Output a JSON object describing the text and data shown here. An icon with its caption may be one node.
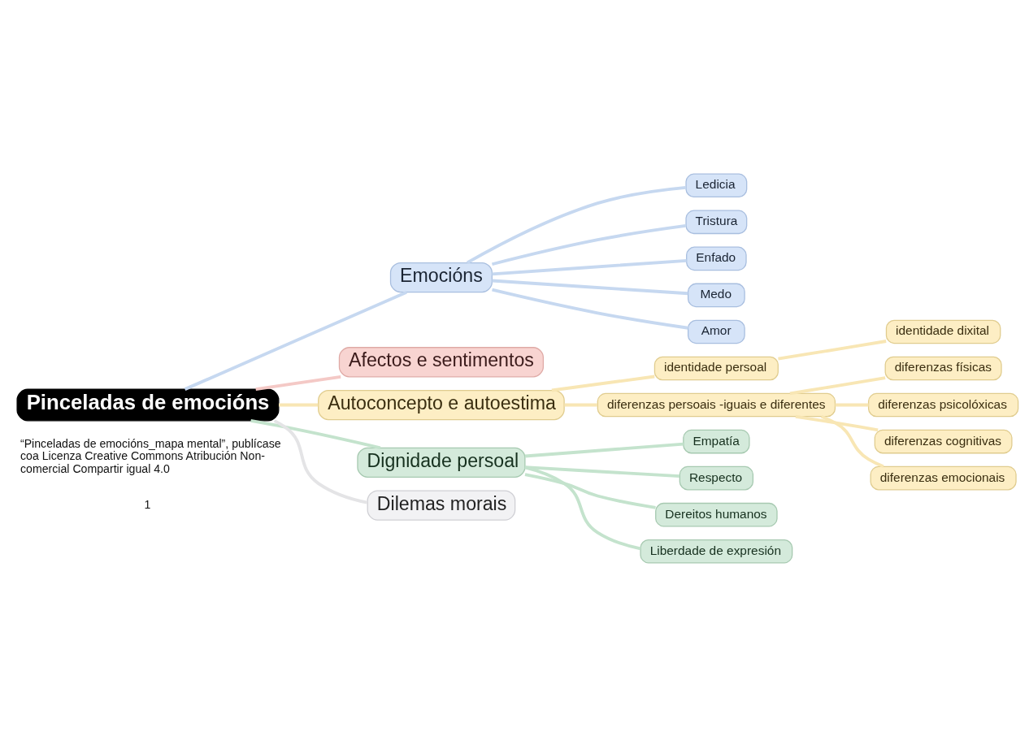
{
  "diagram": {
    "nodes": [
      {
        "text": [
          "Pinceladas de emocións"
        ]
      },
      {
        "text": [
          "Emocións"
        ]
      },
      {
        "text": [
          "Ledicia"
        ]
      },
      {
        "text": [
          "Tristura"
        ]
      },
      {
        "text": [
          "Enfado"
        ]
      },
      {
        "text": [
          "Medo"
        ]
      },
      {
        "text": [
          "Amor"
        ]
      },
      {
        "text": [
          "Afectos e sentimentos"
        ]
      },
      {
        "text": [
          "Autoconcepto e autoestima"
        ]
      },
      {
        "text": [
          "identidade persoal"
        ]
      },
      {
        "text": [
          "identidade dixital"
        ]
      },
      {
        "text": [
          "diferenzas persoais -iguais e diferentes"
        ]
      },
      {
        "text": [
          "diferenzas físicas"
        ]
      },
      {
        "text": [
          "diferenzas psicolóxicas"
        ]
      },
      {
        "text": [
          "diferenzas cognitivas"
        ]
      },
      {
        "text": [
          "diferenzas emocionais"
        ]
      },
      {
        "text": [
          "Dignidade persoal"
        ]
      },
      {
        "text": [
          "Empatía"
        ]
      },
      {
        "text": [
          "Respecto"
        ]
      },
      {
        "text": [
          "Dereitos humanos"
        ]
      },
      {
        "text": [
          "Liberdade de expresión"
        ]
      },
      {
        "text": [
          "Dilemas morais"
        ]
      }
    ],
    "edges": [
      {
        "from": 0,
        "to": 1,
        "arrow": "none",
        "color": "#c6d8f0"
      },
      {
        "from": 1,
        "to": 2,
        "arrow": "none",
        "color": "#c6d8f0"
      },
      {
        "from": 1,
        "to": 3,
        "arrow": "none",
        "color": "#c6d8f0"
      },
      {
        "from": 1,
        "to": 4,
        "arrow": "none",
        "color": "#c6d8f0"
      },
      {
        "from": 1,
        "to": 5,
        "arrow": "none",
        "color": "#c6d8f0"
      },
      {
        "from": 1,
        "to": 6,
        "arrow": "none",
        "color": "#c6d8f0"
      },
      {
        "from": 0,
        "to": 7,
        "arrow": "none",
        "color": "#f4c9c6"
      },
      {
        "from": 0,
        "to": 8,
        "arrow": "none",
        "color": "#f8e6b4"
      },
      {
        "from": 8,
        "to": 9,
        "arrow": "none",
        "color": "#f8e6b4"
      },
      {
        "from": 9,
        "to": 10,
        "arrow": "none",
        "color": "#f8e6b4"
      },
      {
        "from": 8,
        "to": 11,
        "arrow": "none",
        "color": "#f8e6b4"
      },
      {
        "from": 11,
        "to": 12,
        "arrow": "none",
        "color": "#f8e6b4"
      },
      {
        "from": 11,
        "to": 13,
        "arrow": "none",
        "color": "#f8e6b4"
      },
      {
        "from": 11,
        "to": 14,
        "arrow": "none",
        "color": "#f8e6b4"
      },
      {
        "from": 11,
        "to": 15,
        "arrow": "none",
        "color": "#f8e6b4"
      },
      {
        "from": 0,
        "to": 16,
        "arrow": "none",
        "color": "#c4e3cd"
      },
      {
        "from": 16,
        "to": 17,
        "arrow": "none",
        "color": "#c4e3cd"
      },
      {
        "from": 16,
        "to": 18,
        "arrow": "none",
        "color": "#c4e3cd"
      },
      {
        "from": 16,
        "to": 19,
        "arrow": "none",
        "color": "#c4e3cd"
      },
      {
        "from": 16,
        "to": 20,
        "arrow": "none",
        "color": "#c4e3cd"
      },
      {
        "from": 0,
        "to": 21,
        "arrow": "none",
        "color": "#e4e4e6"
      }
    ],
    "labels": [
      "“Pinceladas de emocións_mapa mental”, publícase coa Licenza Creative Commons Atribución Non-comercial Compartir igual 4.0",
      "1"
    ]
  }
}
